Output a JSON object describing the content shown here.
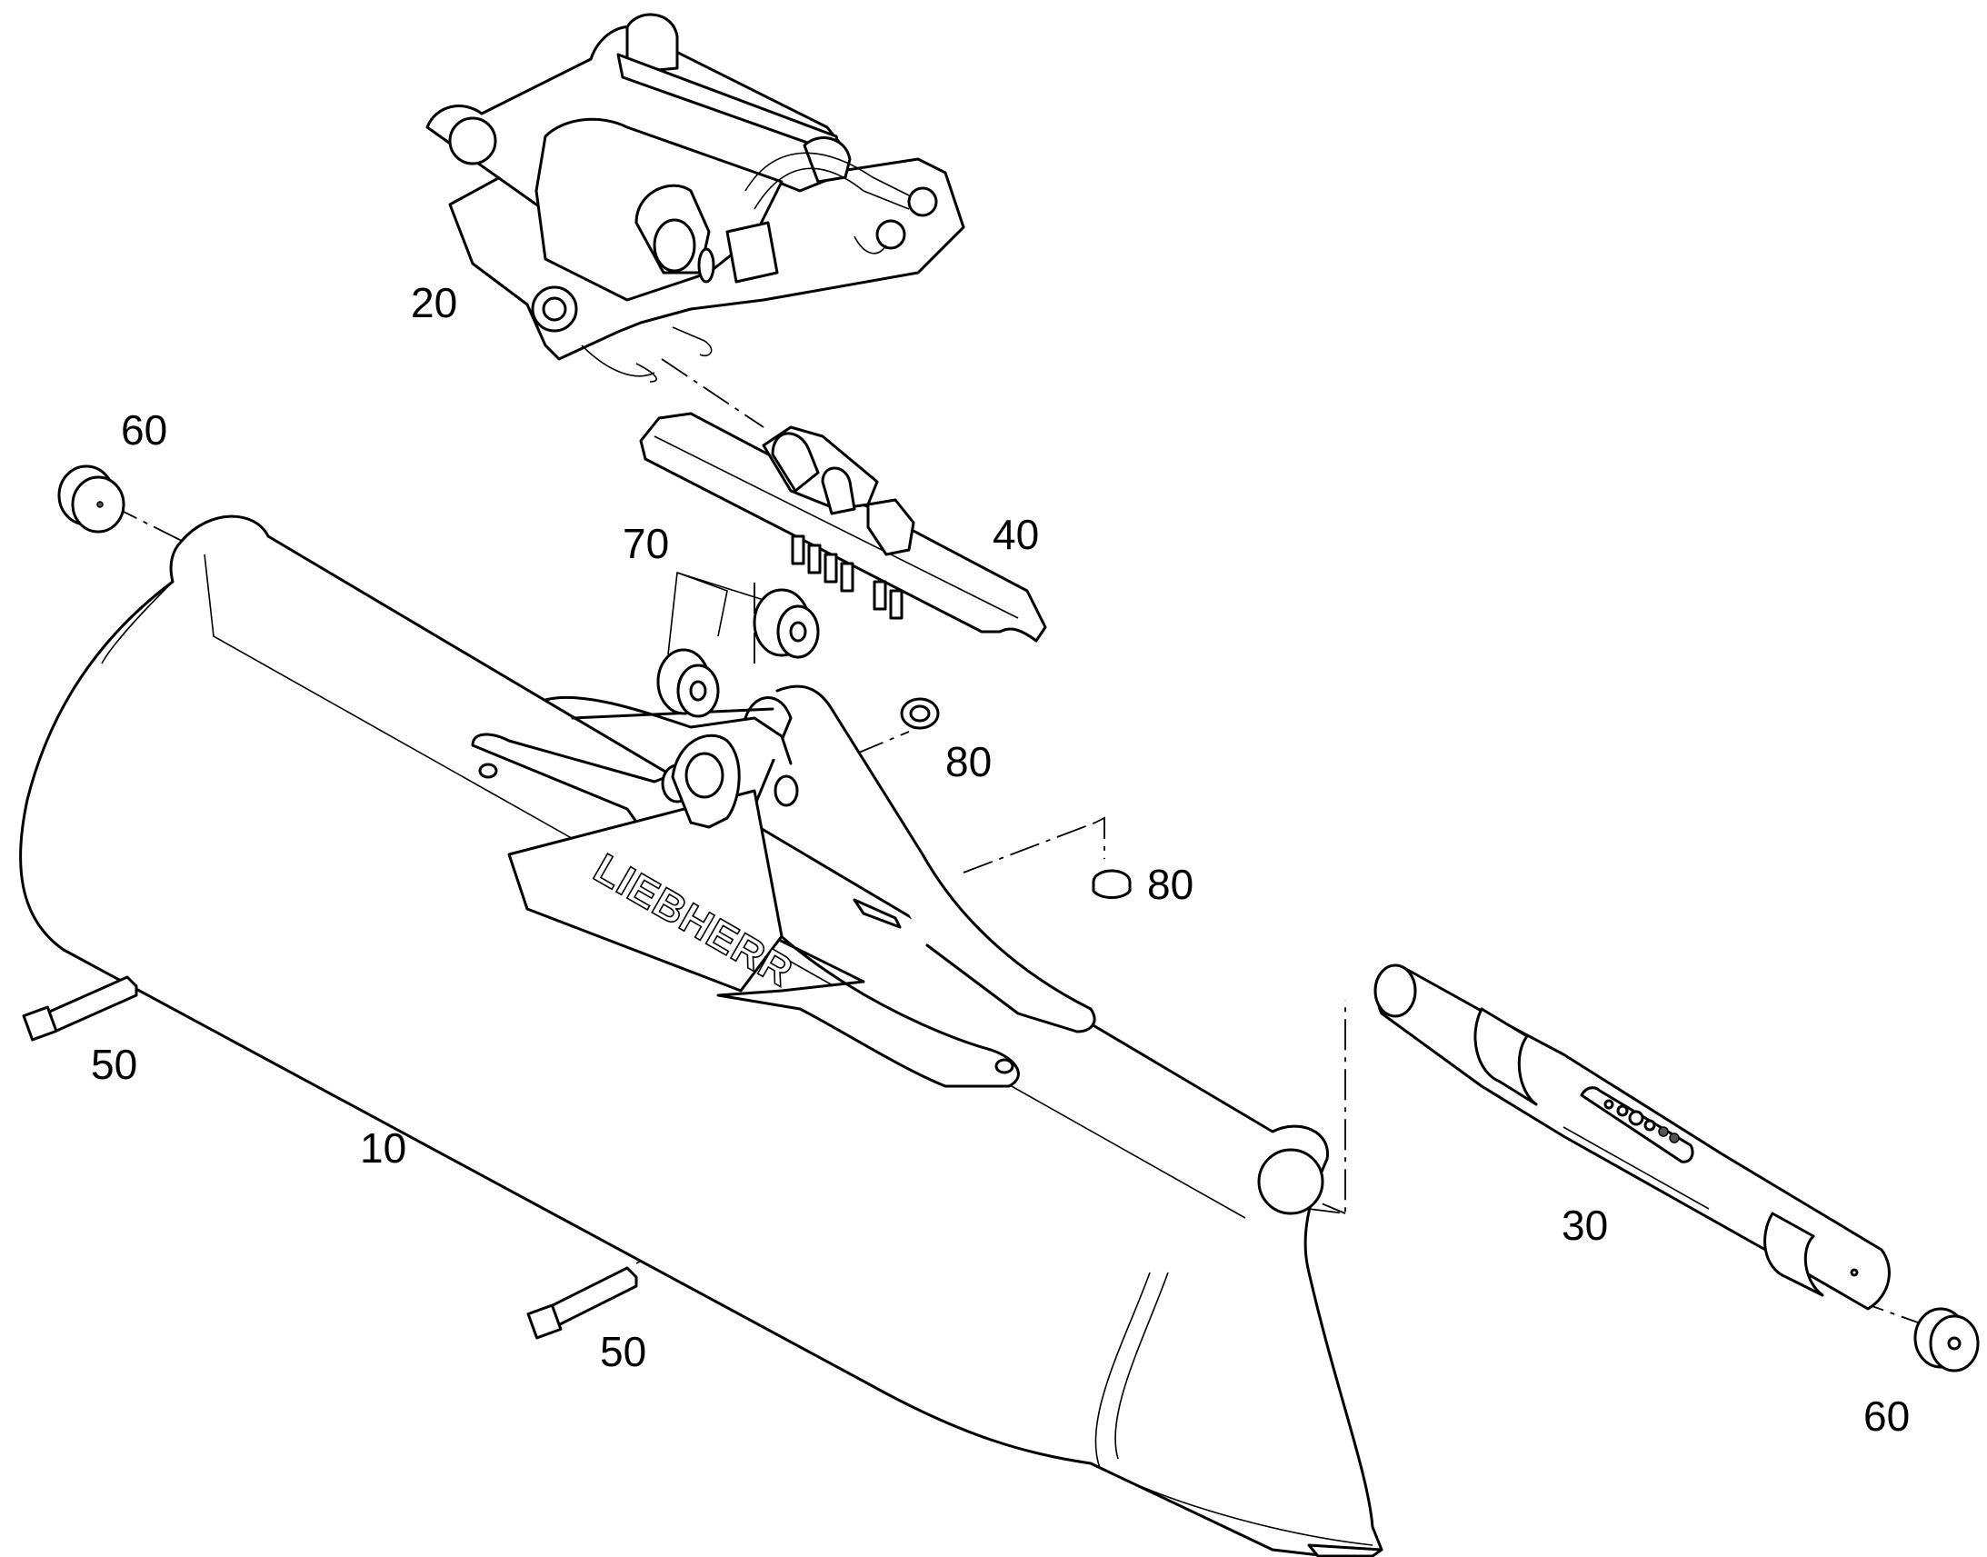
{
  "callouts": {
    "c10": "10",
    "c20": "20",
    "c30": "30",
    "c40": "40",
    "c50a": "50",
    "c50b": "50",
    "c60a": "60",
    "c60b": "60",
    "c70": "70",
    "c80a": "80",
    "c80b": "80"
  },
  "logo": "LIEBHERR"
}
